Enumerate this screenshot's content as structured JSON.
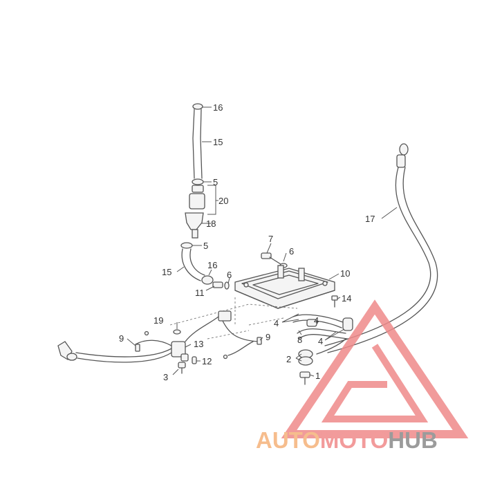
{
  "diagram": {
    "callouts": [
      "16",
      "15",
      "5",
      "20",
      "18",
      "5",
      "15",
      "16",
      "11",
      "6",
      "7",
      "6",
      "10",
      "14",
      "17",
      "19",
      "13",
      "9",
      "9",
      "4",
      "4",
      "8",
      "4",
      "2",
      "1",
      "12",
      "3"
    ]
  },
  "watermark": {
    "part1": "AUTO",
    "part2": "MOTO",
    "part3": "HUB",
    "colors": {
      "auto": "#f5b27a",
      "moto": "#f08a8a",
      "hub": "#8a8a8a",
      "triangle": "#ef8a8a"
    }
  }
}
